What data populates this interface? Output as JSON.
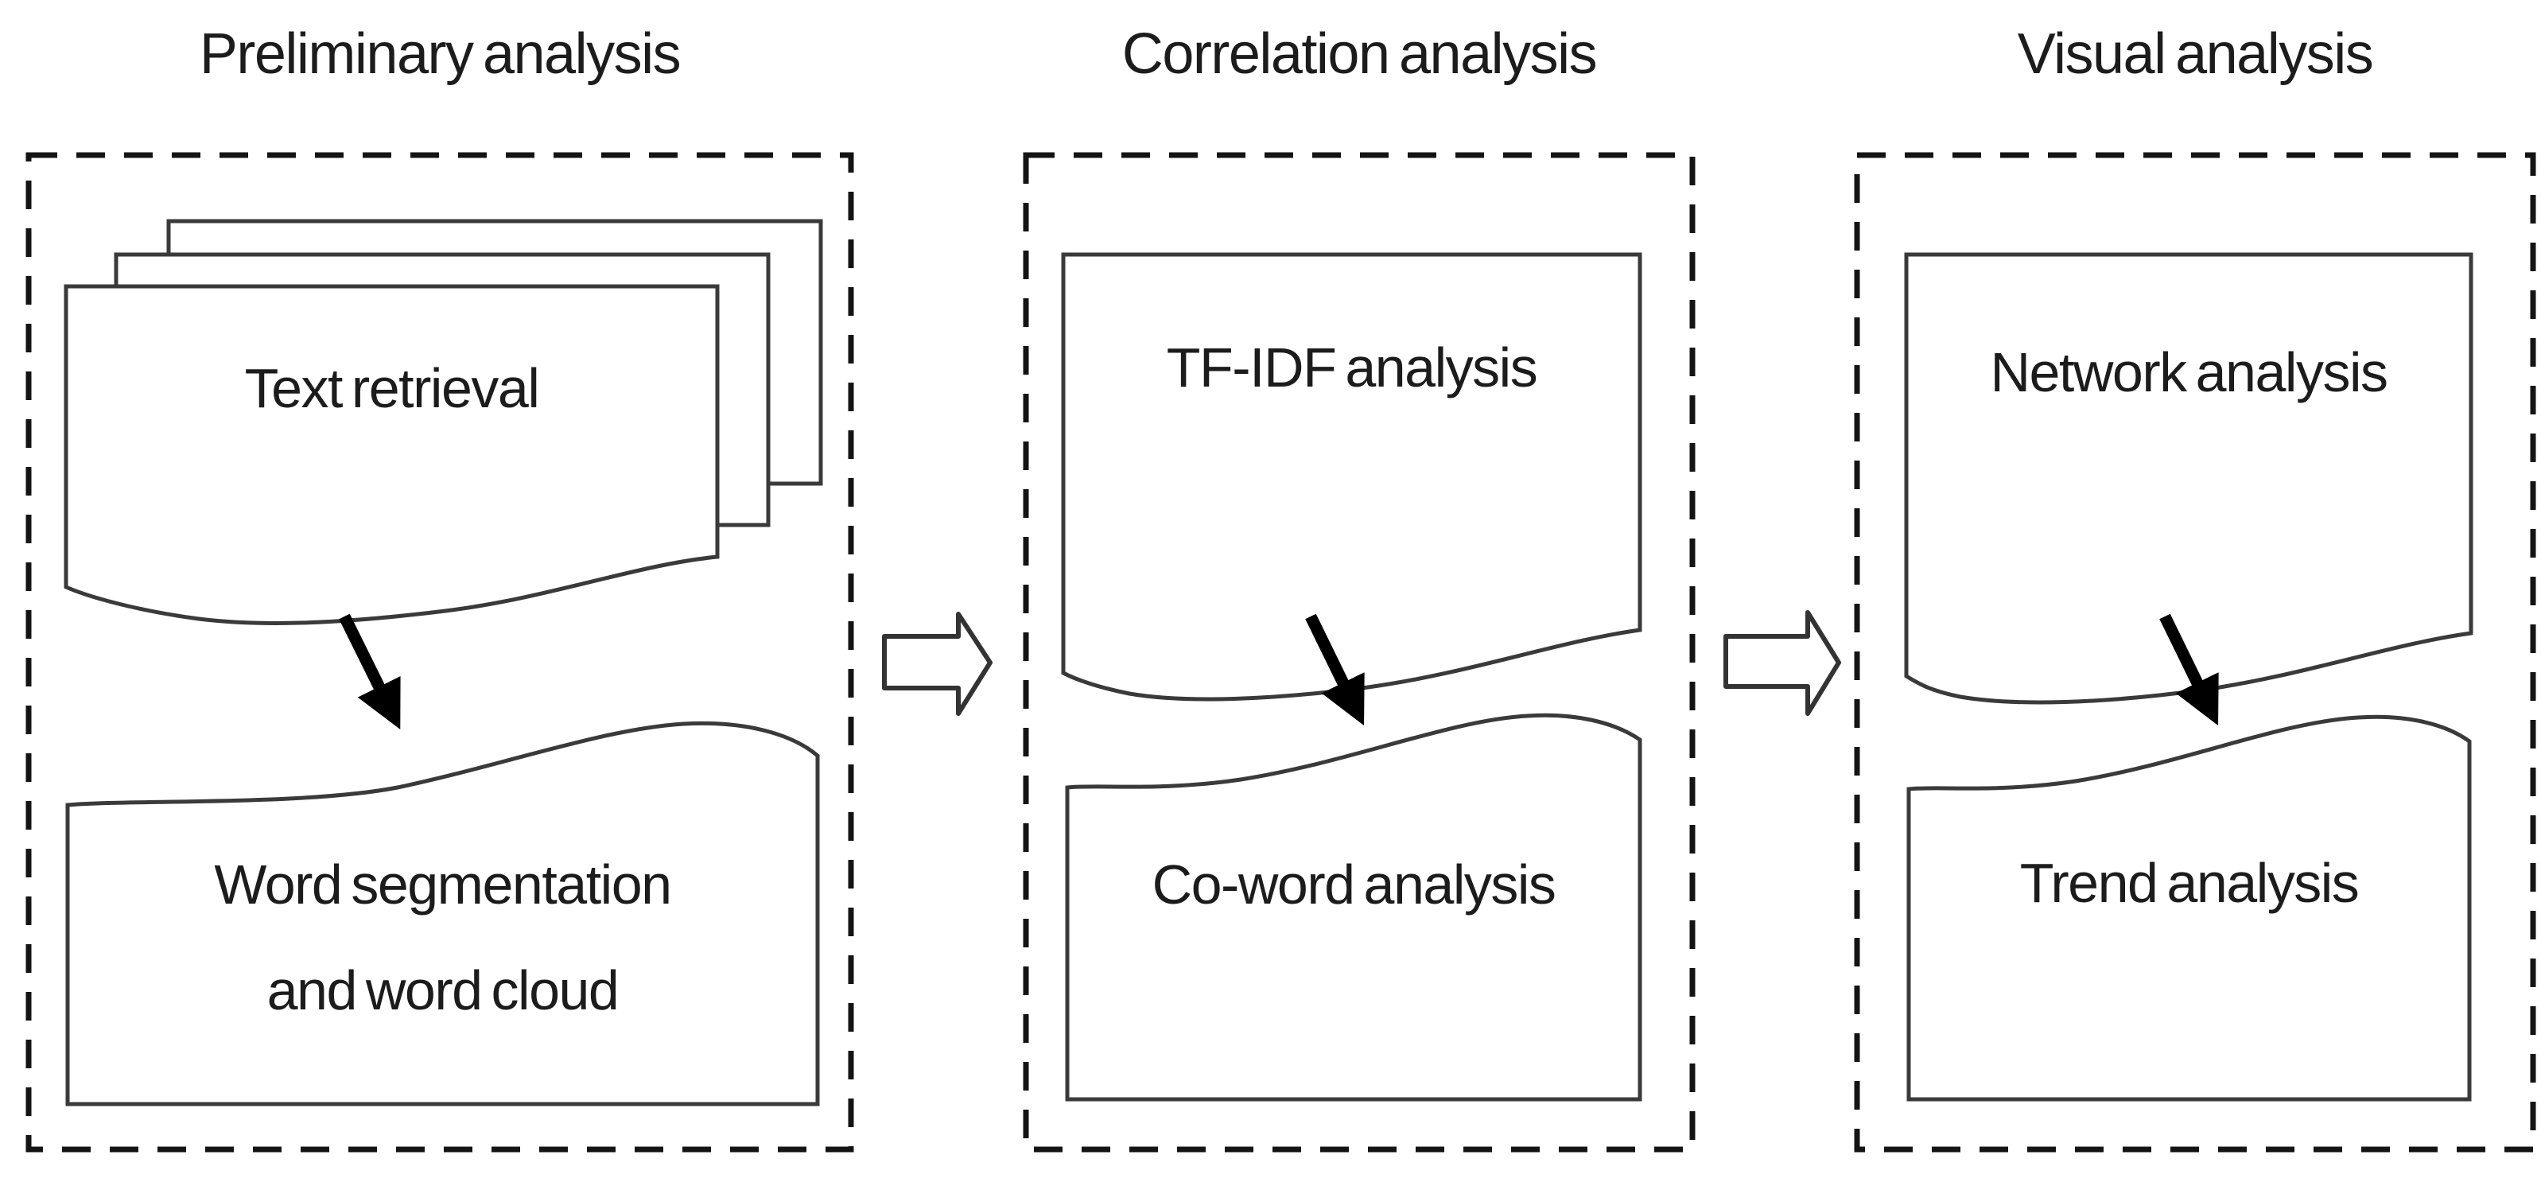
{
  "figure": {
    "background": "#ffffff",
    "shape_stroke": "#3a3a3a",
    "dash_stroke": "#141414",
    "arrow_color": "#000000",
    "columns": [
      {
        "title": "Preliminary analysis",
        "top_shape": {
          "type": "stacked-documents",
          "label": "Text retrieval"
        },
        "bottom_shape": {
          "type": "inverted-document",
          "lines": [
            "Word segmentation",
            "and word cloud"
          ]
        }
      },
      {
        "title": "Correlation analysis",
        "top_shape": {
          "type": "document",
          "label": "TF-IDF analysis"
        },
        "bottom_shape": {
          "type": "inverted-document",
          "lines": [
            "Co-word analysis"
          ]
        }
      },
      {
        "title": "Visual analysis",
        "top_shape": {
          "type": "document",
          "label": "Network analysis"
        },
        "bottom_shape": {
          "type": "inverted-document",
          "lines": [
            "Trend analysis"
          ]
        }
      }
    ]
  }
}
